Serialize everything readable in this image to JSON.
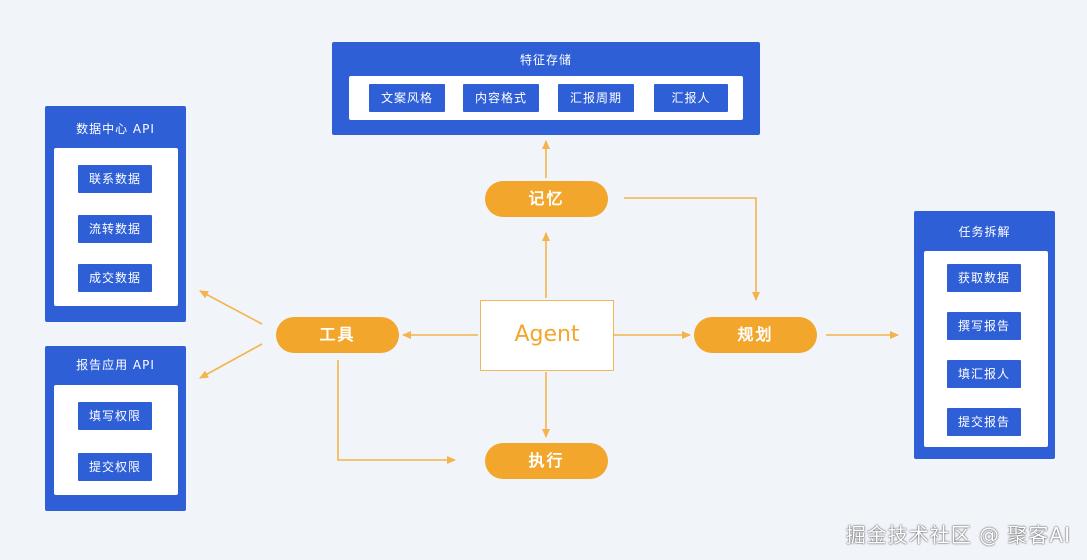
{
  "feature_storage": {
    "title": "特征存储",
    "items": [
      "文案风格",
      "内容格式",
      "汇报周期",
      "汇报人"
    ]
  },
  "data_center": {
    "title": "数据中心 API",
    "items": [
      "联系数据",
      "流转数据",
      "成交数据"
    ]
  },
  "report_app": {
    "title": "报告应用 API",
    "items": [
      "填写权限",
      "提交权限"
    ]
  },
  "task_breakdown": {
    "title": "任务拆解",
    "items": [
      "获取数据",
      "撰写报告",
      "填汇报人",
      "提交报告"
    ]
  },
  "nodes": {
    "memory": "记忆",
    "tools": "工具",
    "agent": "Agent",
    "planning": "规划",
    "execution": "执行"
  },
  "watermark": "掘金技术社区 @ 聚客AI",
  "colors": {
    "panel_blue": "#2f5fd7",
    "pill_orange": "#f2a62b",
    "arrow_orange": "#f5b44a",
    "background": "#f1f4f9"
  }
}
